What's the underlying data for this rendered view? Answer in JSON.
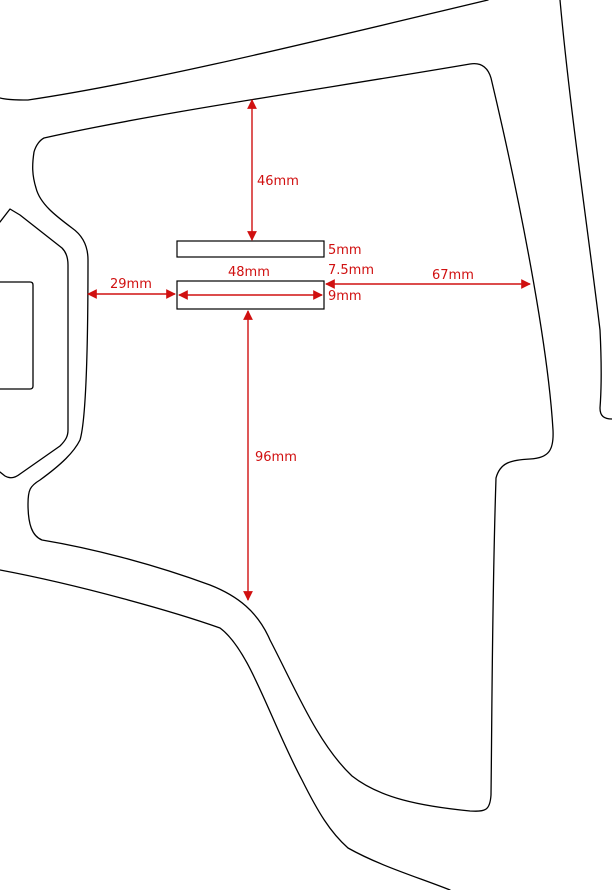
{
  "colors": {
    "outline": "#000000",
    "dimension": "#d01010",
    "background": "#ffffff"
  },
  "dimensions": {
    "top_gap": "46mm",
    "strip_height_top": "5mm",
    "strip_gap": "7.5mm",
    "strip_width": "48mm",
    "strip_height_bottom": "9mm",
    "left_gap": "29mm",
    "right_gap": "67mm",
    "bottom_gap": "96mm"
  }
}
